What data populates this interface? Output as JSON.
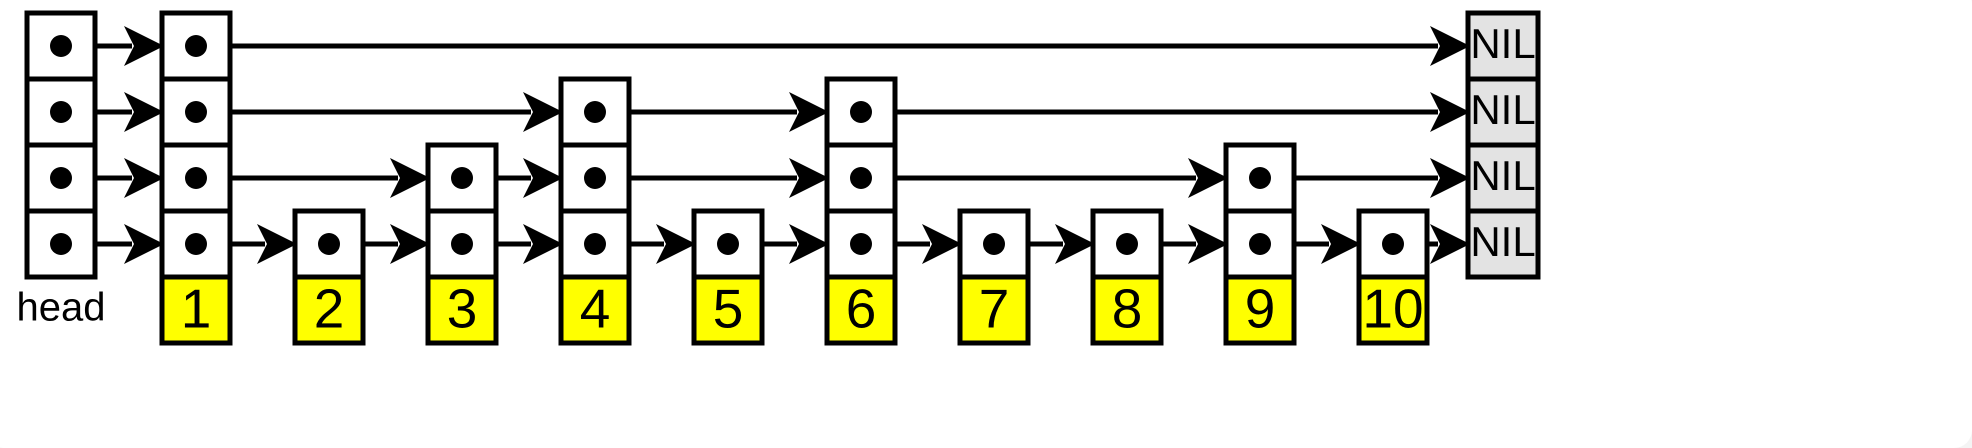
{
  "diagram": {
    "type": "skip-list",
    "title": "",
    "levels": 4,
    "head": {
      "label": "head",
      "levels": 4
    },
    "terminator": {
      "label": "NIL",
      "count": 4
    },
    "nodes": [
      {
        "value": "1",
        "levels": 4
      },
      {
        "value": "2",
        "levels": 1
      },
      {
        "value": "3",
        "levels": 2
      },
      {
        "value": "4",
        "levels": 3
      },
      {
        "value": "5",
        "levels": 1
      },
      {
        "value": "6",
        "levels": 3
      },
      {
        "value": "7",
        "levels": 1
      },
      {
        "value": "8",
        "levels": 1
      },
      {
        "value": "9",
        "levels": 2
      },
      {
        "value": "10",
        "levels": 1
      }
    ],
    "level_chains": [
      {
        "level": 4,
        "sequence": [
          "head",
          "1",
          "NIL"
        ]
      },
      {
        "level": 3,
        "sequence": [
          "head",
          "1",
          "4",
          "6",
          "NIL"
        ]
      },
      {
        "level": 2,
        "sequence": [
          "head",
          "1",
          "3",
          "4",
          "6",
          "9",
          "NIL"
        ]
      },
      {
        "level": 1,
        "sequence": [
          "head",
          "1",
          "2",
          "3",
          "4",
          "5",
          "6",
          "7",
          "8",
          "9",
          "10",
          "NIL"
        ]
      }
    ],
    "colors": {
      "value_fill": "#ffff00",
      "nil_fill": "#e3e3e3",
      "node_fill": "#ffffff",
      "stroke": "#000000",
      "background": "#ffffff"
    }
  }
}
